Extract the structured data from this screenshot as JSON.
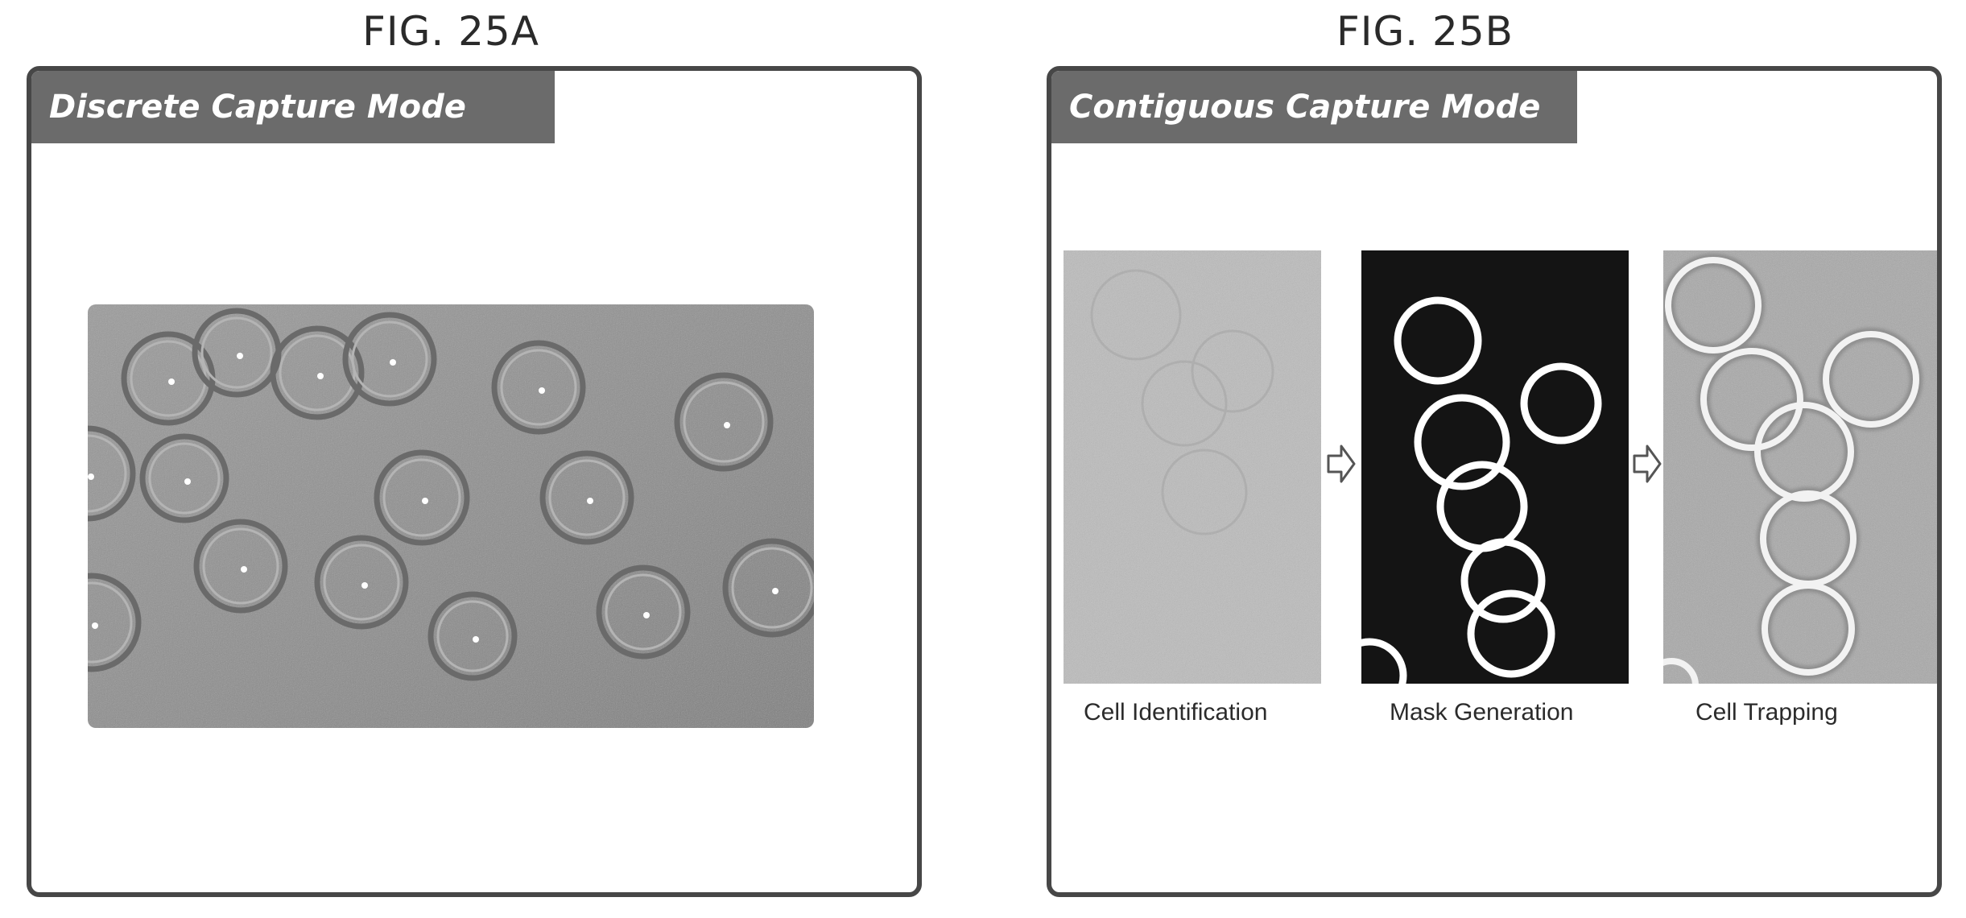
{
  "fig_a": {
    "title": "FIG. 25A",
    "header": "Discrete Capture Mode"
  },
  "fig_b": {
    "title": "FIG. 25B",
    "header": "Contiguous Capture Mode",
    "steps": [
      {
        "label": "Cell Identification"
      },
      {
        "label": "Mask Generation"
      },
      {
        "label": "Cell Trapping"
      }
    ]
  },
  "colors": {
    "frame": "#474747",
    "header_bg": "#6b6b6b",
    "header_text": "#ffffff",
    "micro_bg": "#8c8c8c",
    "mask_bg": "#141414",
    "mask_ring": "#ffffff"
  }
}
